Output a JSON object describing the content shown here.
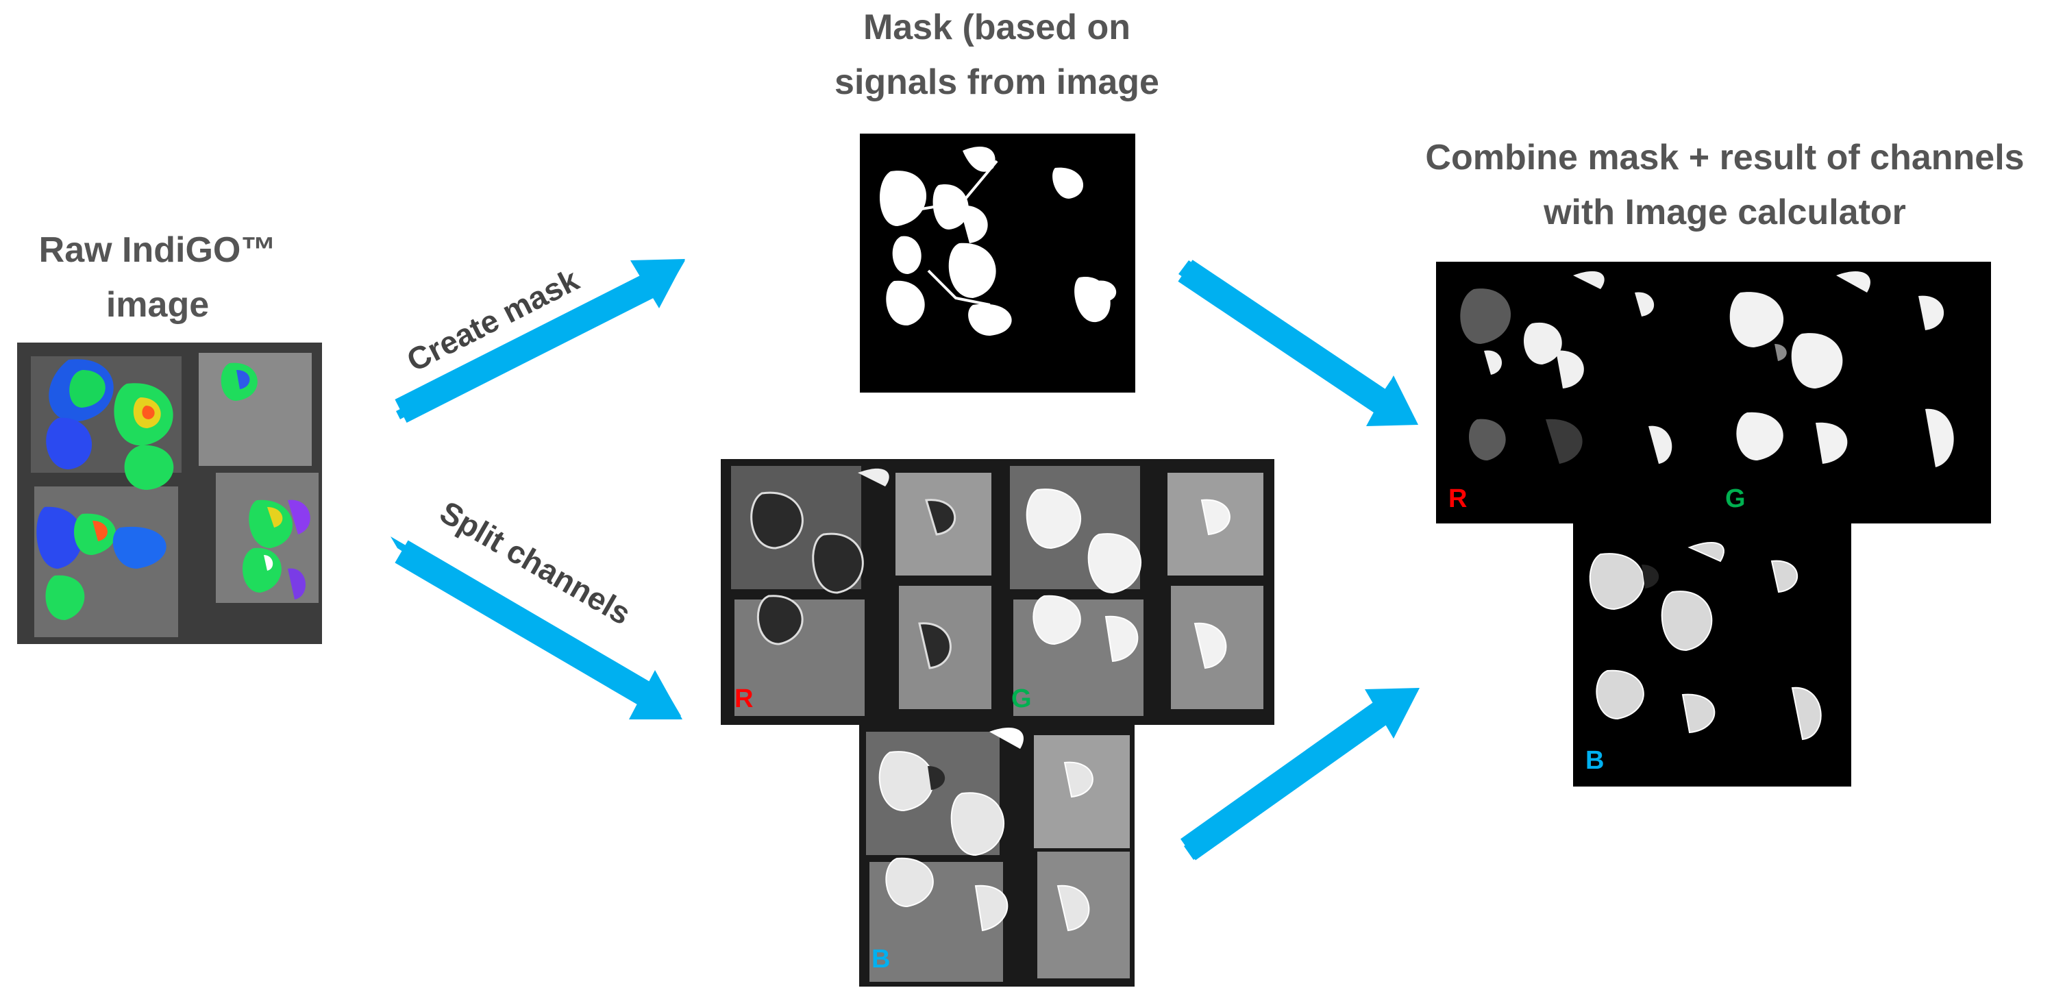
{
  "headings": {
    "raw": [
      "Raw IndiGO™",
      "image"
    ],
    "mask": [
      "Mask (based on",
      "signals from image"
    ],
    "combine": [
      "Combine mask + result of channels",
      "with Image calculator"
    ]
  },
  "arrow_labels": {
    "create_mask": "Create mask",
    "split_channels": "Split channels"
  },
  "channel_labels": {
    "split_r": "R",
    "split_g": "G",
    "split_b": "B",
    "result_r": "R",
    "result_g": "G",
    "result_b": "B"
  },
  "colors": {
    "arrow": "#00b0f0",
    "heading": "#555555",
    "arrow_text": "#444444",
    "channel_r": "#ff0000",
    "channel_g": "#00b050",
    "channel_b": "#00b0f0"
  },
  "images": {
    "raw": "raw IndiGO false-color plant image",
    "mask": "binary white leaf mask on black",
    "split": "grayscale R, G, B channel images",
    "result": "masked R, G, B channel results"
  }
}
